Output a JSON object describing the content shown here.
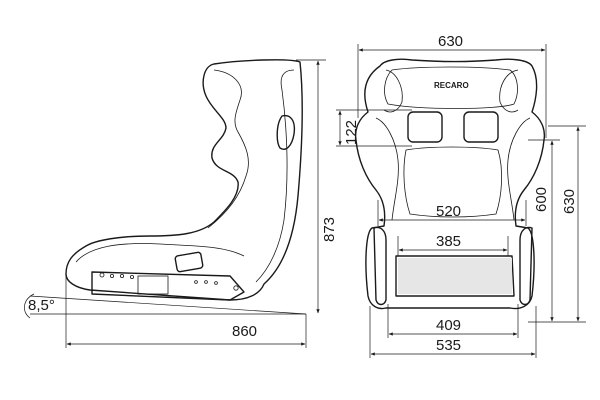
{
  "brand": "RECARO",
  "dimensions": {
    "side_depth": "860",
    "side_height": "873",
    "recline_angle": "8,5°",
    "front_top_width": "630",
    "front_height": "630",
    "shoulder_height": "600",
    "headrest_slot": "122",
    "shoulder_width": "520",
    "hip_width": "385",
    "seat_width": "409",
    "base_width": "535"
  }
}
